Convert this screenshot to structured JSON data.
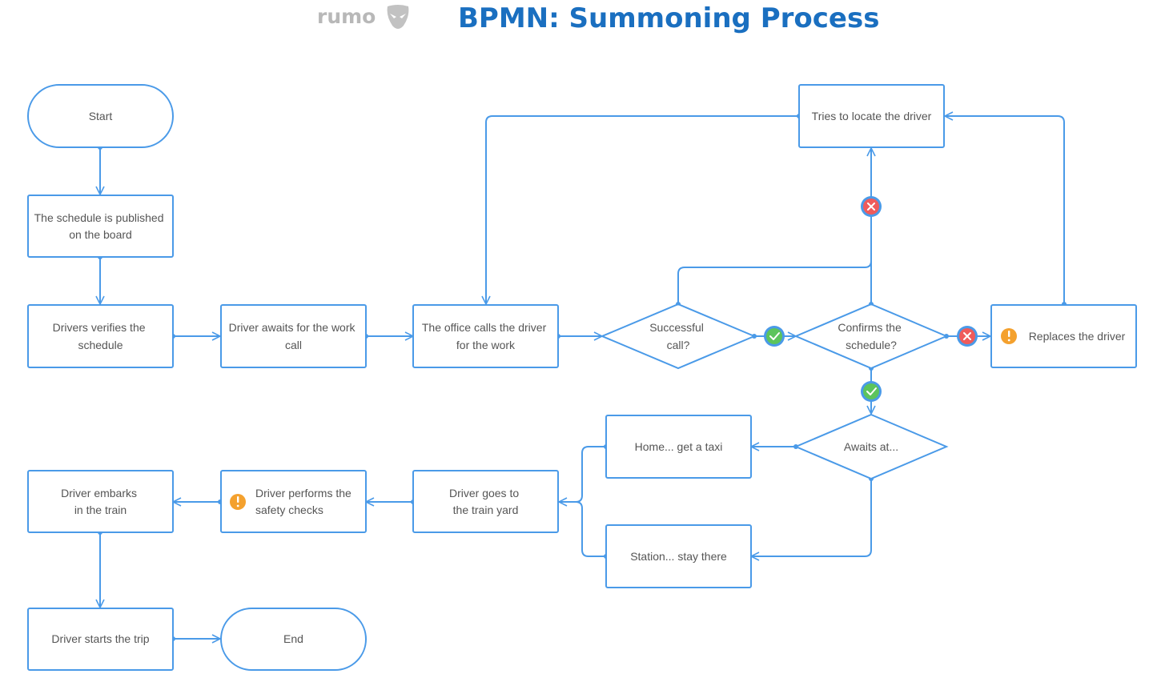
{
  "header": {
    "logo_text": "rumo",
    "title": "BPMN: Summoning Process"
  },
  "colors": {
    "title": "#1a6fc0",
    "stroke": "#4a9ae8",
    "text": "#555555",
    "yes_badge": "#5cc45c",
    "no_badge": "#ef5b5b",
    "warn_badge": "#f4a12e",
    "logo": "#b8b8b8"
  },
  "nodes": {
    "start": {
      "lines": [
        "Start"
      ]
    },
    "schedule_published": {
      "lines": [
        "The schedule is published",
        "on the board"
      ]
    },
    "drivers_verifies": {
      "lines": [
        "Drivers verifies the",
        "schedule"
      ]
    },
    "driver_awaits": {
      "lines": [
        "Driver awaits for the work",
        "call"
      ]
    },
    "office_calls": {
      "lines": [
        "The office calls the driver",
        "for the work"
      ]
    },
    "successful_call": {
      "lines": [
        "Successful",
        "call?"
      ]
    },
    "confirms_schedule": {
      "lines": [
        "Confirms the",
        "schedule?"
      ]
    },
    "replaces_driver": {
      "lines": [
        "Replaces the driver"
      ]
    },
    "tries_locate": {
      "lines": [
        "Tries to locate the driver"
      ]
    },
    "awaits_at": {
      "lines": [
        "Awaits at..."
      ]
    },
    "home_taxi": {
      "lines": [
        "Home... get a taxi"
      ]
    },
    "station_stay": {
      "lines": [
        "Station... stay there"
      ]
    },
    "goes_train_yard": {
      "lines": [
        "Driver goes to",
        "the train yard"
      ]
    },
    "safety_checks": {
      "lines": [
        "Driver performs the",
        "safety checks"
      ]
    },
    "embarks_train": {
      "lines": [
        "Driver embarks",
        "in the train"
      ]
    },
    "starts_trip": {
      "lines": [
        "Driver starts the trip"
      ]
    },
    "end": {
      "lines": [
        "End"
      ]
    }
  }
}
